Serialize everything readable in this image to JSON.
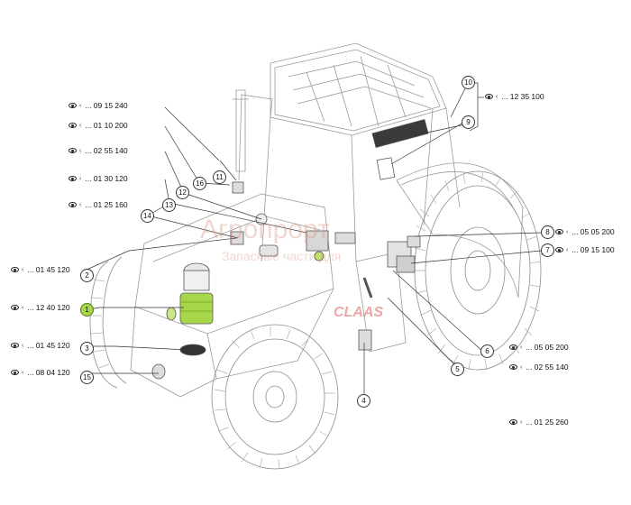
{
  "references": [
    {
      "id": "ref-09-15-240",
      "code": "... 09 15 240"
    },
    {
      "id": "ref-01-10-200",
      "code": "... 01 10 200"
    },
    {
      "id": "ref-02-55-140-left",
      "code": "... 02 55 140"
    },
    {
      "id": "ref-01-30-120",
      "code": "... 01 30 120"
    },
    {
      "id": "ref-01-25-160",
      "code": "... 01 25 160"
    },
    {
      "id": "ref-01-45-120-top",
      "code": "... 01 45 120"
    },
    {
      "id": "ref-12-40-120",
      "code": "... 12 40 120"
    },
    {
      "id": "ref-01-45-120-bottom",
      "code": "... 01 45 120"
    },
    {
      "id": "ref-08-04-120",
      "code": "... 08 04 120"
    },
    {
      "id": "ref-12-35-100",
      "code": "... 12 35 100"
    },
    {
      "id": "ref-05-05-200-right",
      "code": "... 05 05 200"
    },
    {
      "id": "ref-09-15-100",
      "code": "... 09 15 100"
    },
    {
      "id": "ref-05-05-200-low",
      "code": "... 05 05 200"
    },
    {
      "id": "ref-02-55-140-right",
      "code": "... 02 55 140"
    },
    {
      "id": "ref-01-25-260",
      "code": "... 01 25 260"
    }
  ],
  "callouts": [
    "1",
    "2",
    "3",
    "4",
    "5",
    "6",
    "7",
    "8",
    "9",
    "10",
    "11",
    "12",
    "13",
    "14",
    "15",
    "16"
  ],
  "selected_callout": "1",
  "watermark": {
    "main": "Агропрорт",
    "sub": "Запасные части для",
    "brand": "CLAAS"
  },
  "colors": {
    "highlight": "#a8d64a",
    "line": "#333333",
    "watermark": "#d78c78"
  }
}
